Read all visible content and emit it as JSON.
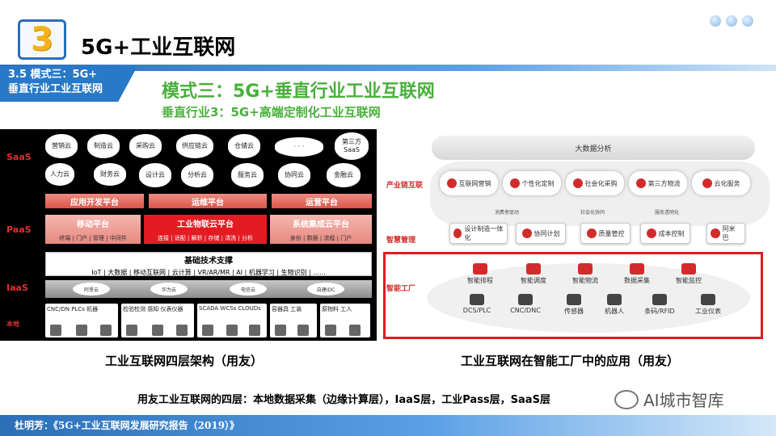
{
  "header": {
    "section_number": "3",
    "title": "5G+工业互联网",
    "section_tag_line1": "3.5 模式三：5G+",
    "section_tag_line2": "垂直行业工业互联网",
    "mode_title": "模式三：5G+垂直行业工业互联网",
    "mode_subtitle": "垂直行业3：5G+高端定制化工业互联网"
  },
  "left_diagram": {
    "layers": [
      "SaaS",
      "PaaS",
      "IaaS",
      "本地"
    ],
    "saas_clouds": [
      "营销云",
      "制造云",
      "采购云",
      "供应链云",
      "仓储云",
      "·  ·  ·",
      "第三方SaaS",
      "人力云",
      "财务云",
      "设计云",
      "分析云",
      "服务云",
      "协同云",
      "金融云"
    ],
    "paas_bars": [
      "应用开发平台",
      "运维平台",
      "运营平台"
    ],
    "paas_boxes": [
      {
        "title": "移动平台",
        "sub": "终端 | 门户 | 管理 | 中间件"
      },
      {
        "title": "工业物联云平台",
        "sub": "连接 | 适配 | 解析 | 存储 | 清洗 | 分析"
      },
      {
        "title": "系统集成云平台",
        "sub": "身份 | 数据 | 流程 | 门户"
      }
    ],
    "base_title": "基础技术支撑",
    "base_items": "IoT  |  大数据  |  移动互联网  |  云计算  |  VR/AR/MR  |  AI  |  机器学习  |  生物识别  |  ......",
    "iaas_clouds": [
      "阿里云",
      "华为云",
      "电信云",
      "自建IDC"
    ],
    "edge_boxes": [
      "CNC/DN  PLCs  机器",
      "检验检测  感知  仪表仪器",
      "SCADA WCSs CLOUDs",
      "容器具  工装",
      "原物料  工人"
    ]
  },
  "right_diagram": {
    "top_banner": "大数据分析",
    "labels": [
      "产业链互联",
      "智慧管理",
      "智能工厂"
    ],
    "chain_cards": [
      "互联网营销",
      "个性化定制",
      "社会化采购",
      "第三方物流",
      "云化服务"
    ],
    "chain_notes": [
      "消费者驱动",
      "社会化协同",
      "服务透明化"
    ],
    "mgmt_cards": [
      "设计制造一体化",
      "协同计划",
      "质量管控",
      "成本控制",
      "阿米巴"
    ],
    "factory_top": [
      "智能排程",
      "智能调度",
      "智能物流",
      "数据采集",
      "智能监控"
    ],
    "factory_bottom": [
      "DCS/PLC",
      "CNC/DNC",
      "传感器",
      "机器人",
      "条码/RFID",
      "工业仪表"
    ]
  },
  "captions": {
    "left": "工业互联网四层架构（用友）",
    "right": "工业互联网在智能工厂中的应用（用友）"
  },
  "note": "用友工业互联网的四层：本地数据采集（边缘计算层），IaaS层，工业Pass层，SaaS层",
  "footer": "杜明芳：《5G+工业互联网发展研究报告（2019）》",
  "watermark": "AI城市智库"
}
